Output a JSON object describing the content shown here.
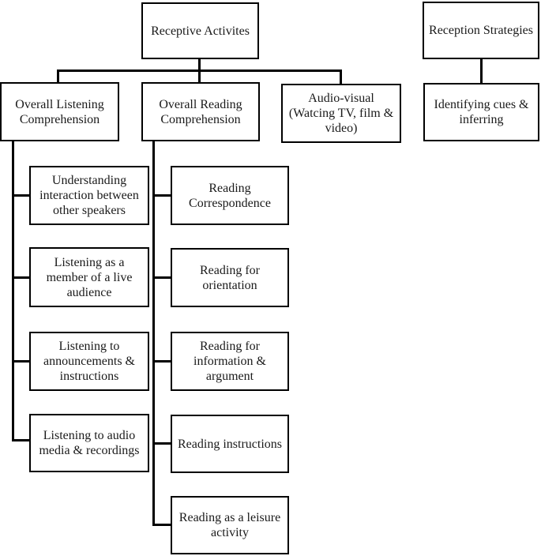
{
  "chart": {
    "type": "hierarchy-diagram",
    "root": {
      "label": "Receptive Activites"
    },
    "branches": [
      {
        "label": "Overall Listening Comprehension",
        "children": [
          "Understanding interaction between other speakers",
          "Listening as a member of a live audience",
          "Listening to announcements & instructions",
          "Listening to audio media & recordings"
        ]
      },
      {
        "label": "Overall Reading Comprehension",
        "children": [
          "Reading Correspondence",
          "Reading for orientation",
          "Reading for information & argument",
          "Reading instructions",
          "Reading as a leisure activity"
        ]
      },
      {
        "label": "Audio-visual (Watcing TV, film & video)",
        "children": []
      }
    ],
    "strategies": {
      "root": {
        "label": "Reception Strategies"
      },
      "children": [
        "Identifying cues & inferring"
      ]
    },
    "colors": {
      "line": "#000000",
      "background": "#ffffff",
      "text": "#1a1a1a"
    }
  }
}
